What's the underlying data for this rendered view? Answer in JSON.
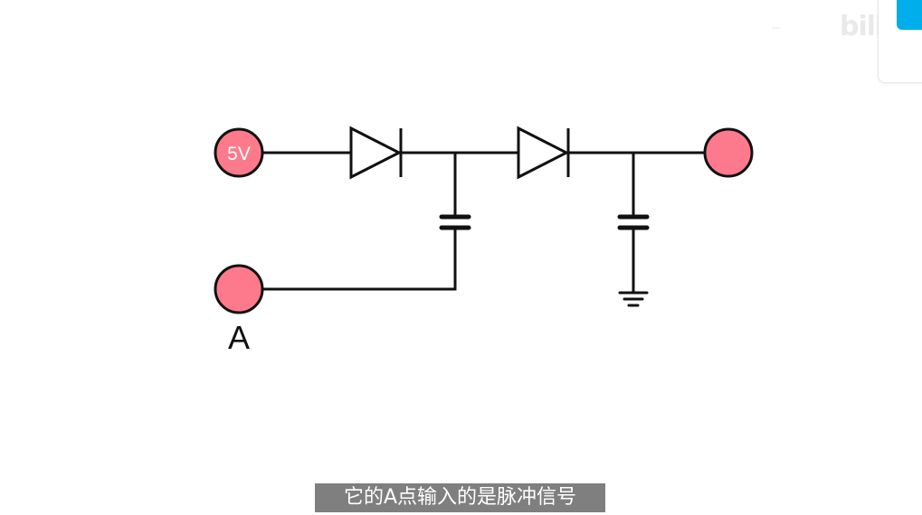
{
  "diagram": {
    "source_label": "5V",
    "input_label": "A",
    "node_color": "#fd7a8c",
    "wire_color": "#111111"
  },
  "subtitle": {
    "text": "它的A点输入的是脉冲信号"
  },
  "watermark": {
    "small_text": "~",
    "big_text": "bili"
  }
}
